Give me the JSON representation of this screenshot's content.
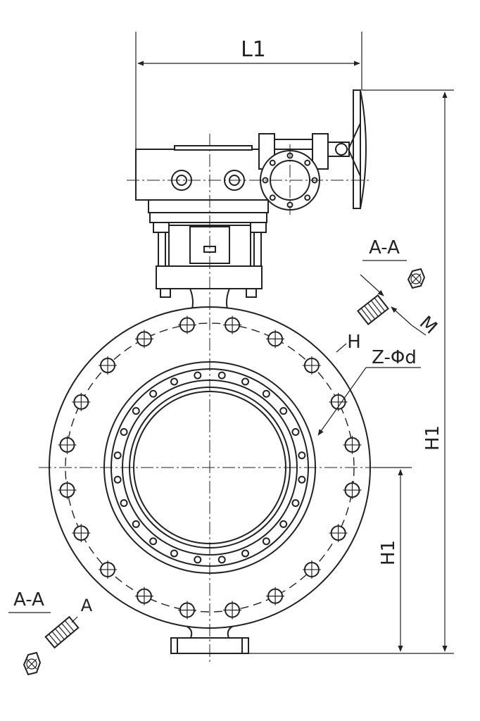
{
  "labels": {
    "L1": "L1",
    "H1_full": "H1",
    "H1_half": "H1",
    "section_top": "A-A",
    "section_bottom": "A-A",
    "M": "M",
    "H": "H",
    "Z_Phi_d": "Z-Φd",
    "A": "A"
  },
  "bolt_holes": {
    "outer_count": 20,
    "inner_count": 24
  },
  "colors": {
    "stroke": "#222222",
    "background": "#ffffff"
  }
}
